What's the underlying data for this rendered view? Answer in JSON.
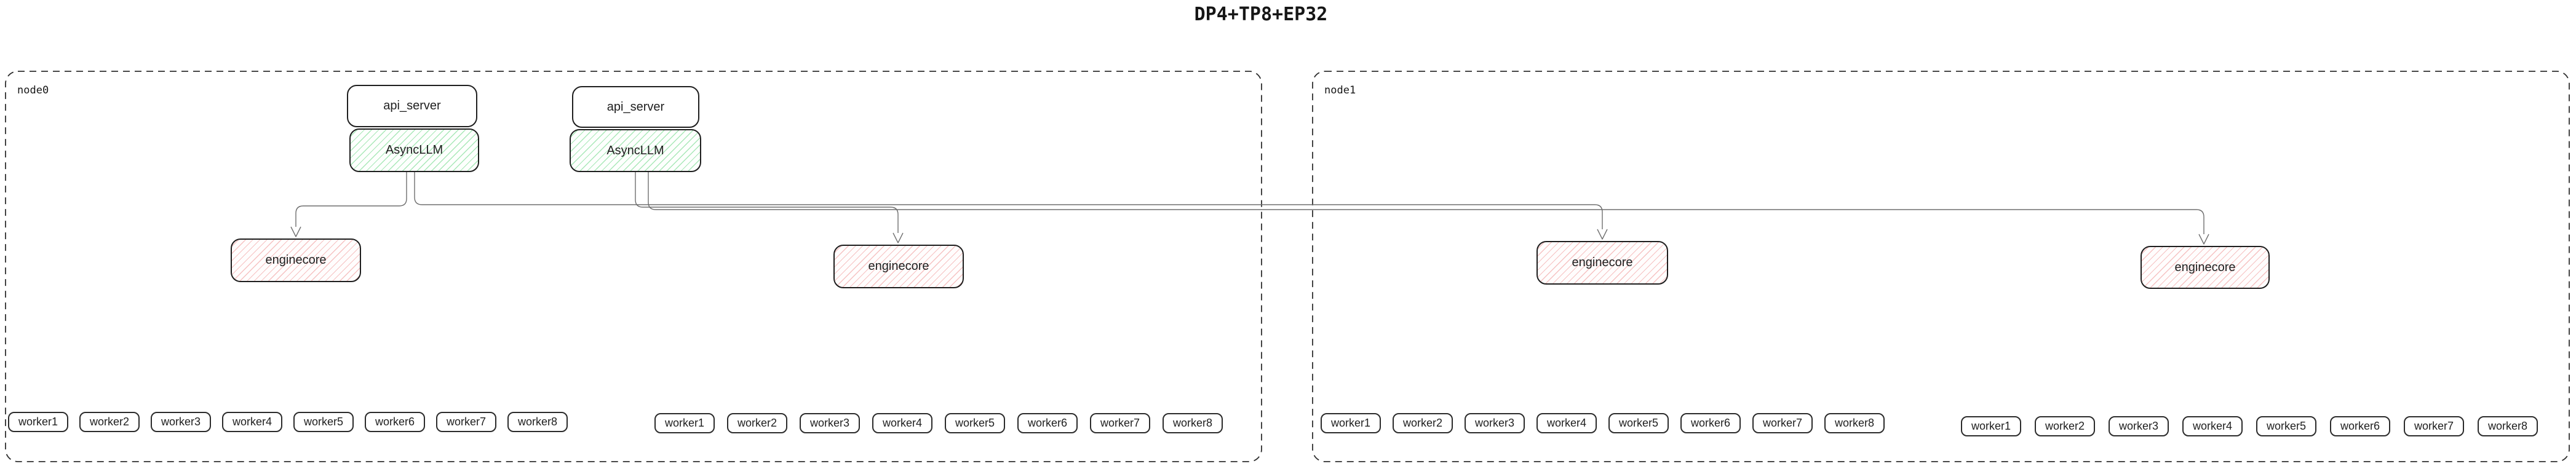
{
  "title": "DP4+TP8+EP32",
  "colors": {
    "asyncllm_hatch": "#a9e8b8",
    "enginecore_hatch": "#f6c2c2",
    "connector": "#6e6e6e",
    "box_border": "#1e1e1e"
  },
  "nodes": [
    {
      "label": "node0",
      "pipelines": [
        {
          "api_server": "api_server",
          "asyncllm": "AsyncLLM"
        },
        {
          "api_server": "api_server",
          "asyncllm": "AsyncLLM"
        }
      ],
      "enginecores": [
        "enginecore",
        "enginecore"
      ],
      "worker_groups": [
        [
          "worker1",
          "worker2",
          "worker3",
          "worker4",
          "worker5",
          "worker6",
          "worker7",
          "worker8"
        ],
        [
          "worker1",
          "worker2",
          "worker3",
          "worker4",
          "worker5",
          "worker6",
          "worker7",
          "worker8"
        ]
      ]
    },
    {
      "label": "node1",
      "enginecores": [
        "enginecore",
        "enginecore"
      ],
      "worker_groups": [
        [
          "worker1",
          "worker2",
          "worker3",
          "worker4",
          "worker5",
          "worker6",
          "worker7",
          "worker8"
        ],
        [
          "worker1",
          "worker2",
          "worker3",
          "worker4",
          "worker5",
          "worker6",
          "worker7",
          "worker8"
        ]
      ]
    }
  ]
}
